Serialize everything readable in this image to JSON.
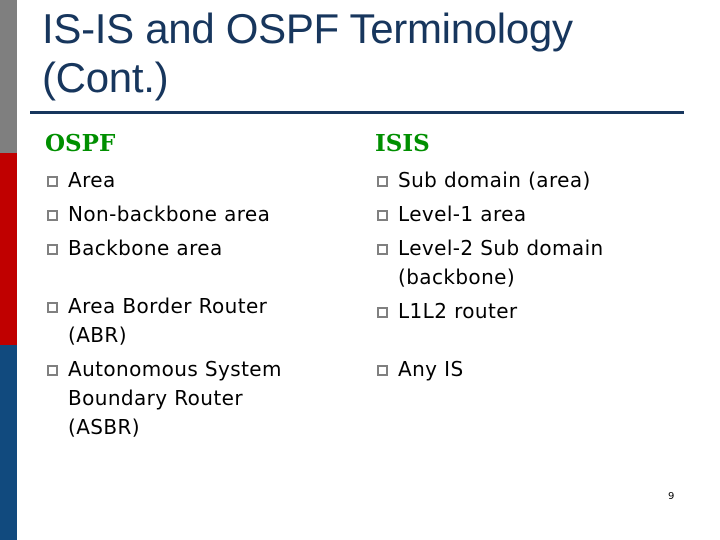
{
  "slide": {
    "title": "IS-IS and OSPF Terminology\n(Cont.)",
    "page_number": "9"
  },
  "colors": {
    "title_navy": "#17365d",
    "rule_navy": "#17365d",
    "header_green": "#008f00",
    "edge_bar_gray": "#7f7f7f",
    "edge_bar_red": "#c00000",
    "edge_bar_navy": "#114a7e",
    "bullet_gray": "#808080",
    "body_text": "#000000",
    "background": "#ffffff"
  },
  "icons": {
    "bullet": "hollow-square"
  },
  "columns": [
    {
      "header": "OSPF",
      "items": [
        {
          "text": "Area"
        },
        {
          "text": "Non-backbone area"
        },
        {
          "text": "Backbone area"
        },
        {
          "text": "Area Border Router\n(ABR)"
        },
        {
          "text": "Autonomous System\nBoundary Router\n(ASBR)"
        }
      ]
    },
    {
      "header": "ISIS",
      "items": [
        {
          "text": "Sub domain (area)"
        },
        {
          "text": "Level-1 area"
        },
        {
          "text": "Level-2 Sub domain\n(backbone)"
        },
        {
          "text": "L1L2 router"
        },
        {
          "text": "Any IS"
        }
      ]
    }
  ]
}
